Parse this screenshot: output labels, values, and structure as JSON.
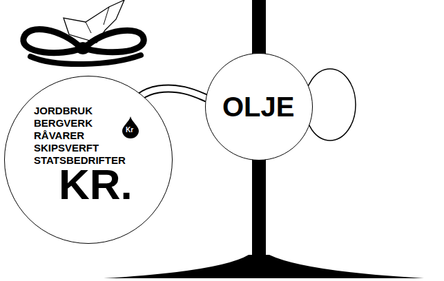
{
  "diagram": {
    "nodes": [
      {
        "text": [
          "JORDBRUK",
          "BERGVERK",
          "RÅVARER",
          "SKIPSVERFT",
          "STATSBEDRIFTER",
          "KR."
        ]
      },
      {
        "text": [
          "Kr"
        ],
        "in": 0
      },
      {
        "text": [
          "OLJE"
        ]
      }
    ],
    "edges": [
      {
        "from": 2,
        "to": 1,
        "arrow": "none"
      }
    ]
  }
}
